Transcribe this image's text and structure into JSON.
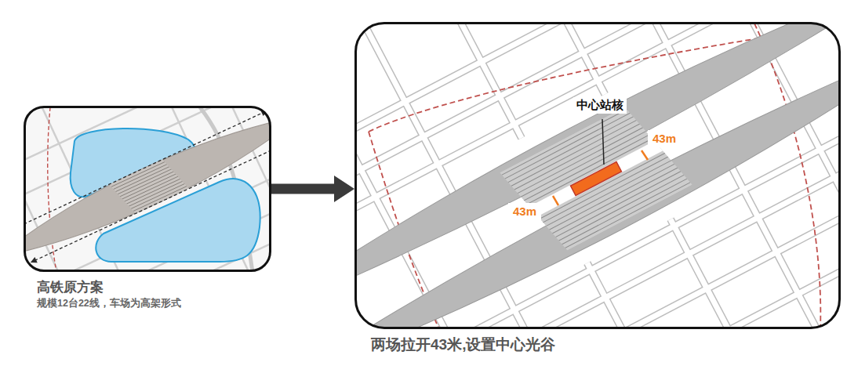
{
  "diagram": {
    "nodes": [
      {
        "text": [
          "高铁原方案",
          "规模12台22线，车场为高架形式"
        ]
      },
      {
        "text": [
          "两场拉开43米,设置中心光谷"
        ]
      },
      {
        "text": [
          "43m"
        ],
        "in": 1
      },
      {
        "text": [
          "43m"
        ],
        "in": 1
      }
    ],
    "edges": [
      {
        "from": 0,
        "to": 1,
        "arrow": "to"
      }
    ],
    "labels": [
      "中心站核"
    ]
  }
}
